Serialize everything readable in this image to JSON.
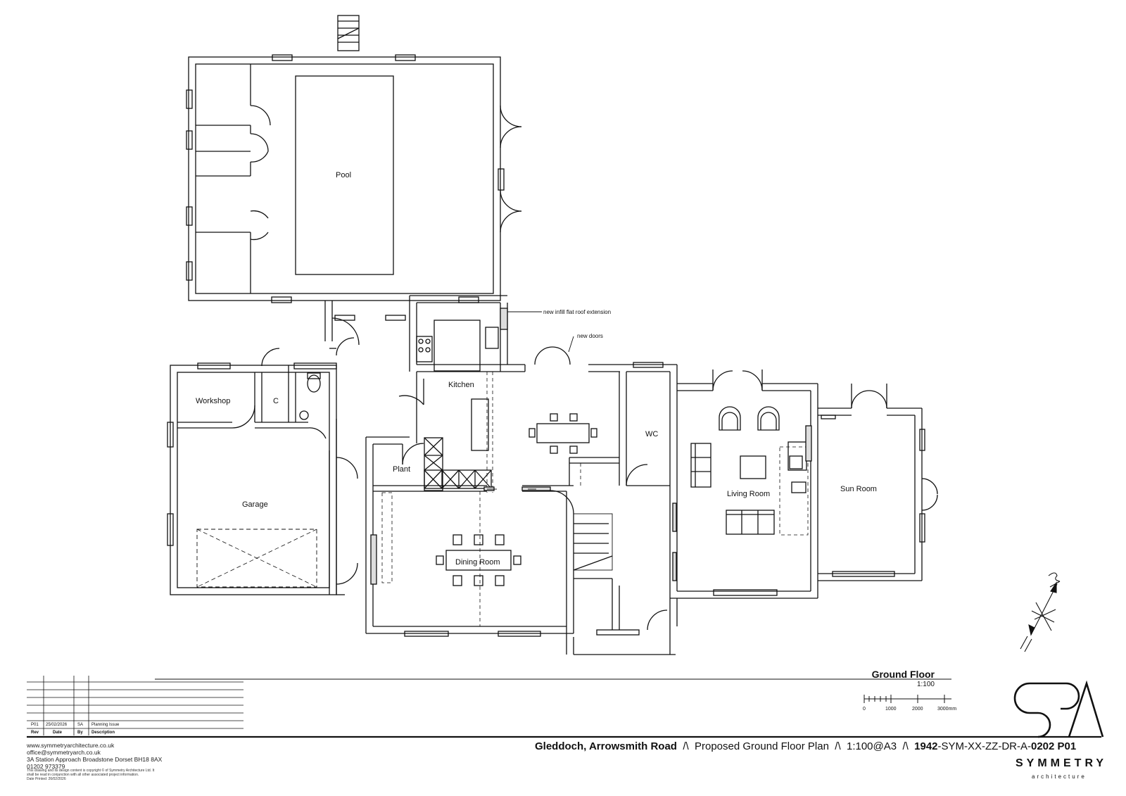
{
  "rooms": {
    "pool": "Pool",
    "kitchen": "Kitchen",
    "workshop": "Workshop",
    "cupboard": "C",
    "garage": "Garage",
    "plant": "Plant",
    "dining": "Dining Room",
    "wc": "WC",
    "living": "Living Room",
    "sun": "Sun Room"
  },
  "annotations": {
    "infill": "new infill flat roof extension",
    "doors": "new doors"
  },
  "sheet": {
    "title": "Ground Floor",
    "scale": "1:100",
    "scalebar": [
      "0",
      "1000",
      "2000",
      "3000mm"
    ]
  },
  "revision": {
    "headers": [
      "Rev",
      "Date",
      "By",
      "Description"
    ],
    "row": [
      "P01",
      "25/02/2026",
      "SA",
      "Planning Issue"
    ]
  },
  "contact": {
    "web": "www.symmetryarchitecture.co.uk",
    "email": "office@symmetryarch.co.uk",
    "address": "3A Station Approach Broadstone Dorset BH18 8AX",
    "phone": "01202 973379"
  },
  "legal": {
    "line1": "This drawing and its design content is copyright © of Symmetry Architecture Ltd. It",
    "line2": "shall be read in conjunction with all other associated project information.",
    "printed": "Date Printed: 26/02/2026"
  },
  "footer": {
    "project": "Gleddoch, Arrowsmith Road",
    "sep": "/\\",
    "drawing": "Proposed Ground Floor Plan",
    "paper": "1:100@A3",
    "number_prefix": "1942",
    "number_mid": "-SYM-XX-ZZ-DR-A-",
    "number_suffix": "0202 P01"
  },
  "logo": {
    "name": "SYMMETRY",
    "sub": "architecture"
  }
}
